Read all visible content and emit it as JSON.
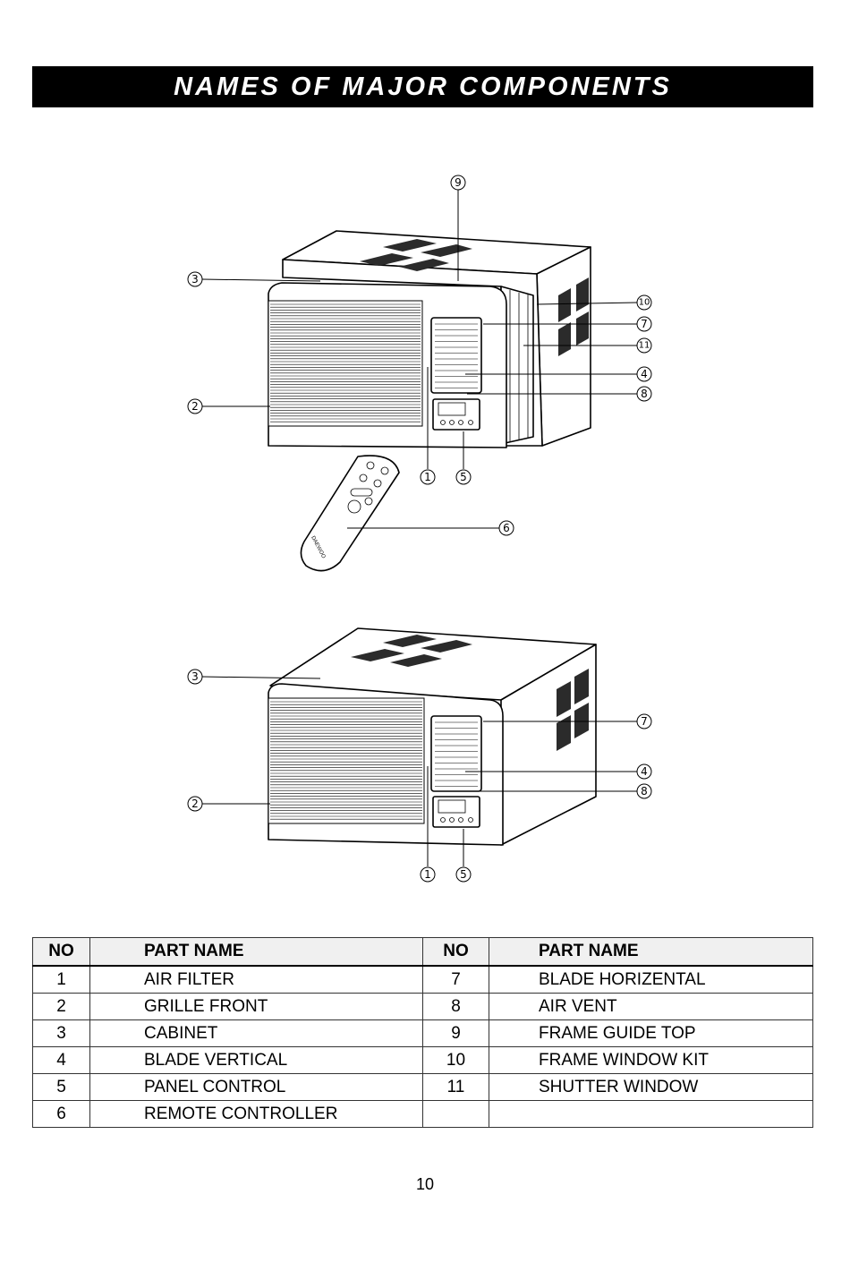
{
  "title": "NAMES OF MAJOR COMPONENTS",
  "figure_top": {
    "callouts": [
      "9",
      "3",
      "10",
      "7",
      "11",
      "4",
      "8",
      "2",
      "1",
      "5",
      "6"
    ],
    "remote_brand": "DAEWOO"
  },
  "figure_bottom": {
    "callouts": [
      "3",
      "7",
      "4",
      "8",
      "2",
      "1",
      "5"
    ]
  },
  "table": {
    "headers": [
      "NO",
      "PART NAME",
      "NO",
      "PART NAME"
    ],
    "rows": [
      [
        "1",
        "AIR FILTER",
        "7",
        "BLADE HORIZENTAL"
      ],
      [
        "2",
        "GRILLE FRONT",
        "8",
        "AIR VENT"
      ],
      [
        "3",
        "CABINET",
        "9",
        "FRAME GUIDE TOP"
      ],
      [
        "4",
        "BLADE VERTICAL",
        "10",
        "FRAME WINDOW KIT"
      ],
      [
        "5",
        "PANEL CONTROL",
        "11",
        "SHUTTER WINDOW"
      ],
      [
        "6",
        "REMOTE CONTROLLER",
        "",
        ""
      ]
    ]
  },
  "page_number": "10"
}
